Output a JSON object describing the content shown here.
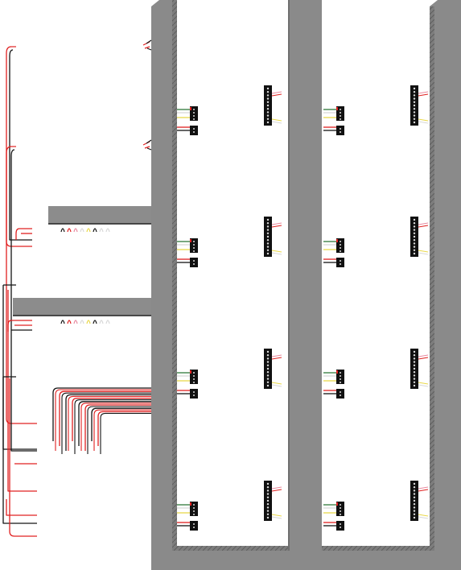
{
  "diagram": {
    "kind": "wiring-layout",
    "colors": {
      "frame": "#8a8a8a",
      "frame_edge": "#6f6f6f",
      "shelf": "#8c8c8c",
      "wire_red": "#e02020",
      "wire_black": "#141414",
      "wire_white": "#d8d8d8",
      "wire_yellow": "#e8d84a",
      "wire_green": "#2f7a3a",
      "wire_pink": "#e88aa0",
      "terminal_block": "#111111",
      "background": "#ffffff"
    },
    "columns": 2,
    "rows_per_column": 4,
    "terminal_strips": 8,
    "small_blocks": 16,
    "shelves": 2,
    "connector_pins_per_shelf": 8,
    "cable_bundle_wires": 8,
    "feed_pairs": 2
  }
}
